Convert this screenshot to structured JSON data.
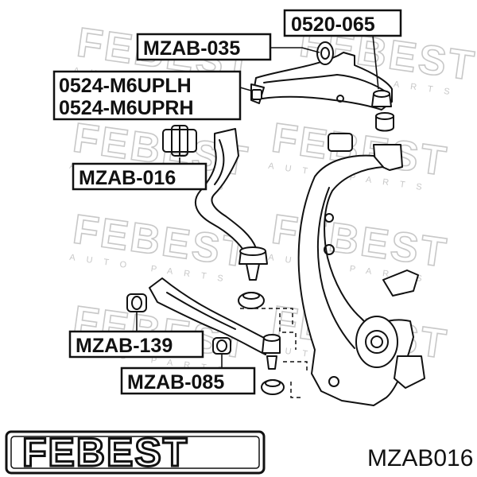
{
  "watermark": {
    "brand": "FEBEST",
    "sub": "AUTO PARTS"
  },
  "labels": {
    "upper_bushing": "0520-065",
    "upper_arm_bushing": "MZAB-035",
    "upper_arm_left": "0524-M6UPLH",
    "upper_arm_right": "0524-M6UPRH",
    "front_bushing": "MZAB-016",
    "lower_bushing_1": "MZAB-139",
    "lower_bushing_2": "MZAB-085"
  },
  "logo": {
    "brand": "FEBEST"
  },
  "part_number": "MZAB016"
}
